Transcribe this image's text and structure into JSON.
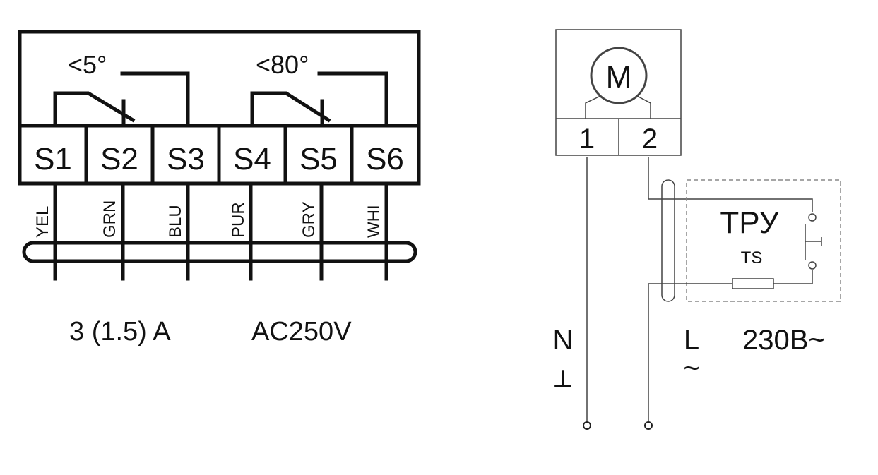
{
  "switch_diagram": {
    "angle_low": "<5°",
    "angle_high": "<80°",
    "terminals": [
      "S1",
      "S2",
      "S3",
      "S4",
      "S5",
      "S6"
    ],
    "wires": [
      "YEL",
      "GRN",
      "BLU",
      "PUR",
      "GRY",
      "WHI"
    ],
    "current_rating": "3 (1.5) A",
    "voltage_rating": "AC250V"
  },
  "motor_diagram": {
    "motor_label": "M",
    "terminal_1": "1",
    "terminal_2": "2",
    "thermostat_label": "ТРУ",
    "thermostat_sub": "TS",
    "neutral_label": "N",
    "neutral_symbol": "⊥",
    "live_label": "L",
    "live_symbol": "~",
    "supply_voltage": "230B~"
  }
}
